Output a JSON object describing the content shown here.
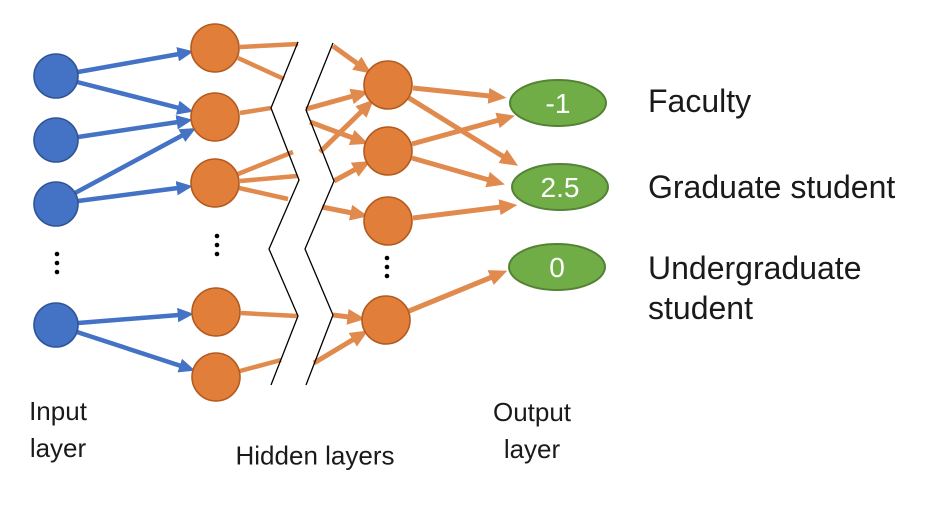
{
  "captions": {
    "input": "Input\nlayer",
    "hidden": "Hidden layers",
    "output": "Output\nlayer"
  },
  "output_nodes": [
    {
      "value": "-1",
      "label": "Faculty"
    },
    {
      "value": "2.5",
      "label": "Graduate student"
    },
    {
      "value": "0",
      "label": "Undergraduate student"
    }
  ],
  "colors": {
    "node_blue": "#4472C4",
    "node_blue_border": "#2F5597",
    "node_orange": "#E07E3A",
    "node_orange_border": "#B35A1E",
    "node_green": "#70AD47",
    "node_green_border": "#548235",
    "arrow_blue": "#4472C4",
    "arrow_orange": "#E08A4E",
    "text": "#1a1a1a",
    "background": "#ffffff"
  },
  "structure": {
    "type": "feedforward-neural-network",
    "layers": [
      {
        "name": "input",
        "node_color": "blue",
        "visible_nodes": 4,
        "ellipsis": true
      },
      {
        "name": "hidden-1",
        "node_color": "orange",
        "visible_nodes": 5,
        "ellipsis": true
      },
      {
        "name": "hidden-2",
        "node_color": "orange",
        "visible_nodes": 4,
        "ellipsis": true
      },
      {
        "name": "output",
        "node_color": "green",
        "visible_nodes": 3,
        "ellipsis": false
      }
    ],
    "break_symbol": "double zigzag between hidden layer columns indicating omitted layers",
    "edges_input_to_hidden1": [
      [
        1,
        1
      ],
      [
        1,
        2
      ],
      [
        2,
        2
      ],
      [
        3,
        2
      ],
      [
        3,
        3
      ],
      [
        4,
        4
      ],
      [
        4,
        5
      ]
    ],
    "edges_hidden2_to_output": [
      [
        1,
        "-1"
      ],
      [
        1,
        "2.5"
      ],
      [
        2,
        "-1"
      ],
      [
        2,
        "2.5"
      ],
      [
        3,
        "2.5"
      ],
      [
        4,
        "0"
      ]
    ]
  }
}
